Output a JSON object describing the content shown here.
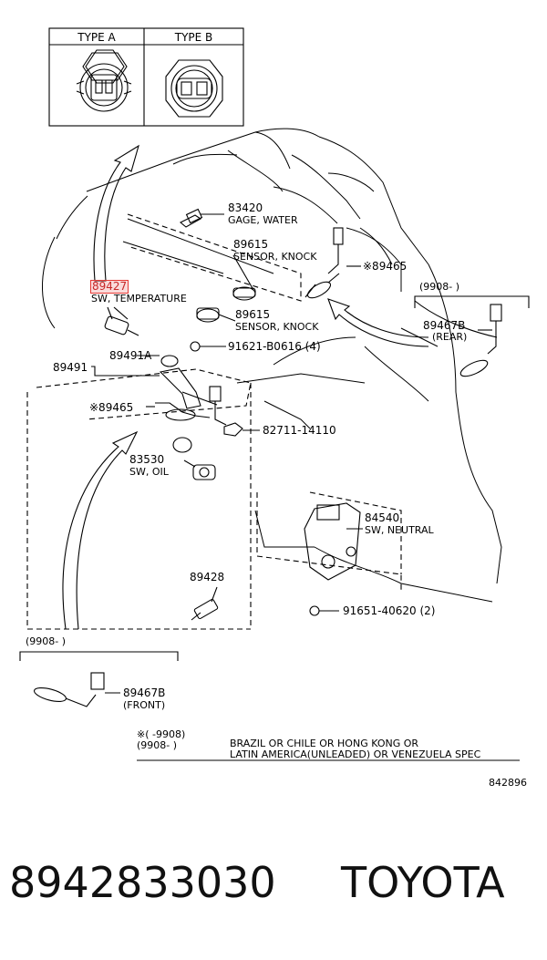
{
  "type_table": {
    "type_a": "TYPE A",
    "type_b": "TYPE B"
  },
  "parts": {
    "p83420": {
      "number": "83420",
      "name": "GAGE, WATER"
    },
    "p89615_top": {
      "number": "89615",
      "name": "SENSOR, KNOCK"
    },
    "p89465_top": {
      "number": "※89465"
    },
    "p89427": {
      "number": "89427",
      "name": "SW, TEMPERATURE"
    },
    "p89615_bottom": {
      "number": "89615",
      "name": "SENSOR, KNOCK"
    },
    "p89491a": {
      "number": "89491A"
    },
    "p89491": {
      "number": "89491"
    },
    "p91621": {
      "number": "91621-B0616 (4)"
    },
    "p89465_mid": {
      "number": "※89465"
    },
    "p82711": {
      "number": "82711-14110"
    },
    "p83530": {
      "number": "83530",
      "name": "SW, OIL"
    },
    "p84540": {
      "number": "84540",
      "name": "SW, NEUTRAL"
    },
    "p89428": {
      "number": "89428"
    },
    "p91651": {
      "number": "91651-40620 (2)"
    },
    "p89467b_rear": {
      "number": "89467B",
      "name": "(REAR)",
      "bracket": "(9908-        )"
    },
    "p89467b_front": {
      "number": "89467B",
      "name": "(FRONT)",
      "bracket": "(9908-        )"
    }
  },
  "footnote": {
    "line1": "※(        -9908)",
    "line2": "(9908-        )",
    "text1": "BRAZIL  OR  CHILE  OR  HONG  KONG  OR",
    "text2": "LATIN  AMERICA(UNLEADED)  OR  VENEZUELA  SPEC"
  },
  "diagram_id": "842896",
  "caption": {
    "part_number": "8942833030",
    "brand": "TOYOTA"
  }
}
